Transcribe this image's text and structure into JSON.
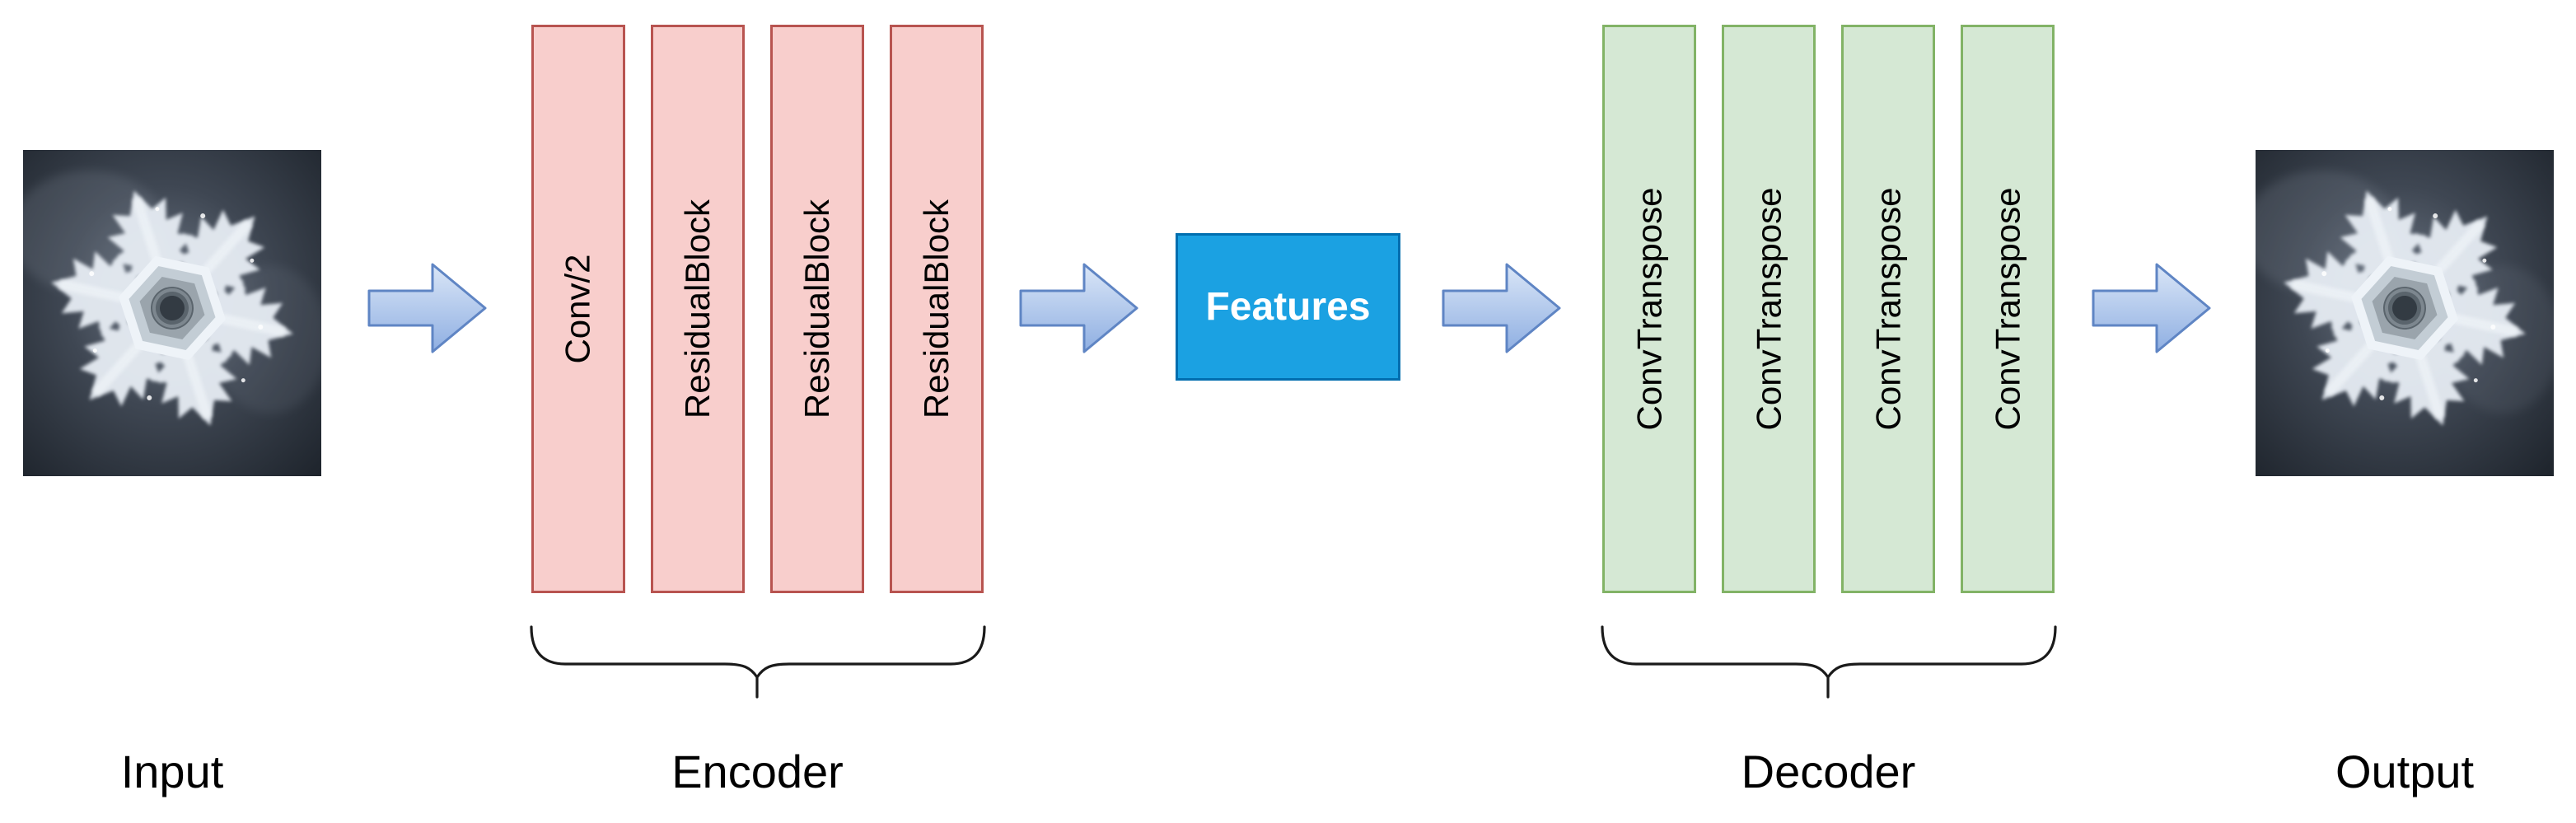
{
  "diagram": {
    "title_implied": "Autoencoder architecture",
    "input_label": "Input",
    "output_label": "Output",
    "features_label": "Features",
    "encoder": {
      "label": "Encoder",
      "blocks": [
        "Conv/2",
        "ResidualBlock",
        "ResidualBlock",
        "ResidualBlock"
      ]
    },
    "decoder": {
      "label": "Decoder",
      "blocks": [
        "ConvTranspose",
        "ConvTranspose",
        "ConvTranspose",
        "ConvTranspose"
      ]
    },
    "icons": {
      "input_image": "snowflake-crystal-photo",
      "output_image": "snowflake-crystal-photo",
      "flow": "right-block-arrow"
    },
    "colors": {
      "encoder_fill": "#f8cecc",
      "encoder_stroke": "#b85450",
      "decoder_fill": "#d5e8d4",
      "decoder_stroke": "#82b366",
      "features_fill": "#1ba1e2",
      "features_stroke": "#006eaf",
      "features_text": "#ffffff",
      "arrow_fill_top": "#dae6f7",
      "arrow_fill_bottom": "#8fafe2",
      "arrow_stroke": "#5f85c4",
      "brace_stroke": "#1a1a1a",
      "text": "#000000",
      "background": "#ffffff"
    }
  }
}
